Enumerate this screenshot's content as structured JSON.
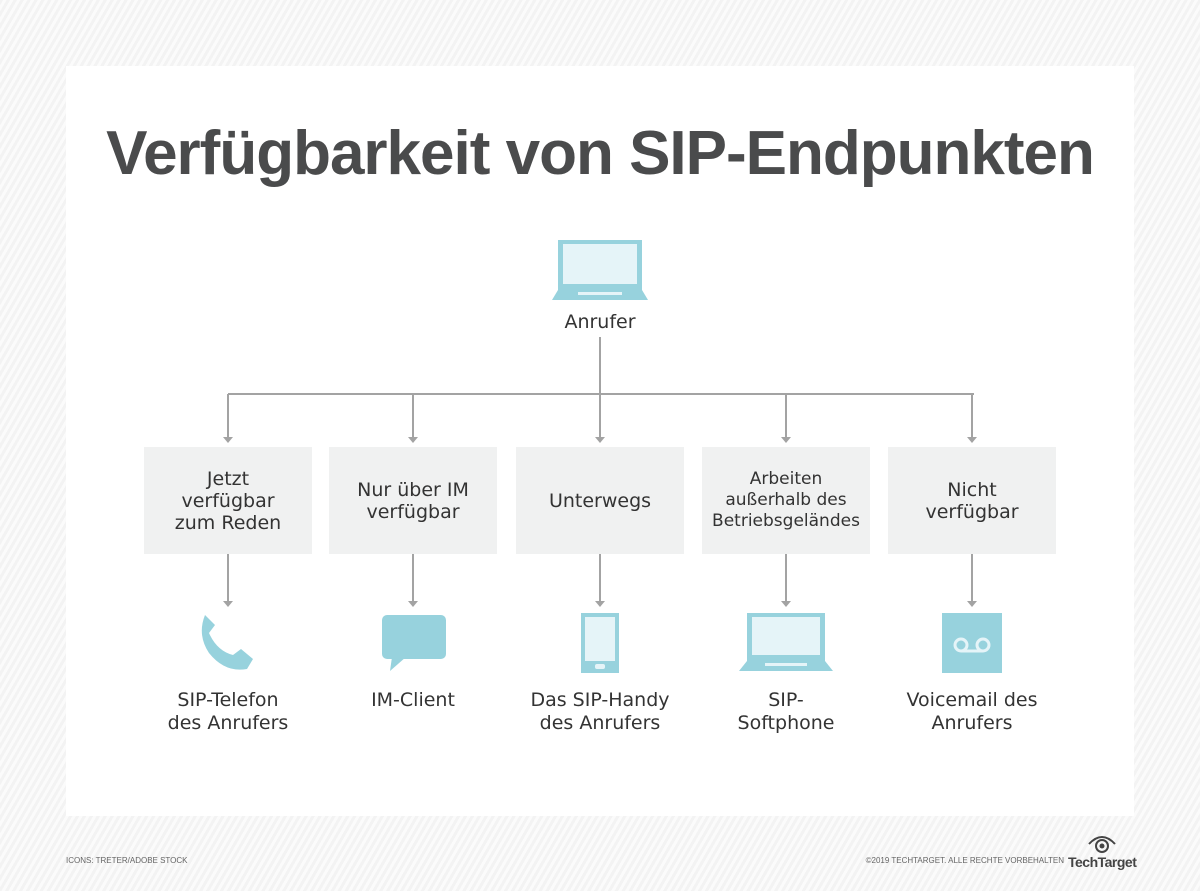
{
  "title": "Verfügbarkeit von SIP-Endpunkten",
  "root": {
    "label": "Anrufer",
    "icon": "laptop-icon"
  },
  "branches": [
    {
      "status": "Jetzt\nverfügbar\nzum Reden",
      "endpoint": "SIP-Telefon\ndes Anrufers",
      "icon": "phone-icon"
    },
    {
      "status": "Nur über IM\nverfügbar",
      "endpoint": "IM-Client",
      "icon": "chat-bubble-icon"
    },
    {
      "status": "Unterwegs",
      "endpoint": "Das SIP-Handy\ndes Anrufers",
      "icon": "mobile-phone-icon"
    },
    {
      "status": "Arbeiten\naußerhalb des\nBetriebsgeländes",
      "endpoint": "SIP-\nSoftphone",
      "icon": "laptop-icon"
    },
    {
      "status": "Nicht\nverfügbar",
      "endpoint": "Voicemail des\nAnrufers",
      "icon": "voicemail-icon"
    }
  ],
  "footer": {
    "credits": "ICONS: TRETER/ADOBE STOCK",
    "copyright": "©2019 TECHTARGET. ALLE RECHTE VORBEHALTEN",
    "logo": "TechTarget"
  },
  "colors": {
    "icon": "#97d2dd",
    "icon_light": "#e5f4f8",
    "box": "#f0f1f1",
    "line": "#a3a3a3",
    "title": "#4a4b4c"
  }
}
